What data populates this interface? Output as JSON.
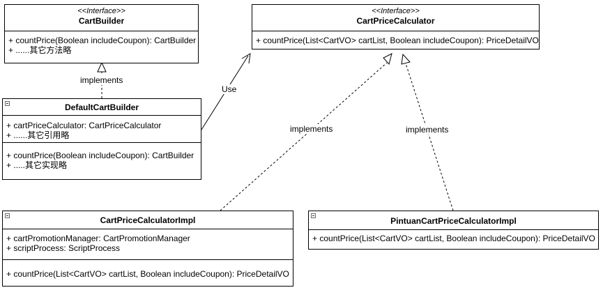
{
  "cart_builder": {
    "stereotype": "<<Interface>>",
    "name": "CartBuilder",
    "methods": [
      "+ countPrice(Boolean includeCoupon): CartBuilder",
      "+ ......其它方法略"
    ]
  },
  "cart_price_calculator": {
    "stereotype": "<<Interface>>",
    "name": "CartPriceCalculator",
    "methods": [
      "+ countPrice(List<CartVO> cartList, Boolean includeCoupon): PriceDetailVO"
    ]
  },
  "default_cart_builder": {
    "name": "DefaultCartBuilder",
    "attributes": [
      "+ cartPriceCalculator: CartPriceCalculator",
      "+ ......其它引用略"
    ],
    "methods": [
      "+ countPrice(Boolean includeCoupon): CartBuilder",
      "+ .....其它实现略"
    ]
  },
  "cart_price_calculator_impl": {
    "name": "CartPriceCalculatorImpl",
    "attributes": [
      "+ cartPromotionManager: CartPromotionManager",
      "+ scriptProcess: ScriptProcess"
    ],
    "methods": [
      "+ countPrice(List<CartVO> cartList, Boolean includeCoupon): PriceDetailVO"
    ]
  },
  "pintuan_cart_price_calculator_impl": {
    "name": "PintuanCartPriceCalculatorImpl",
    "methods": [
      "+ countPrice(List<CartVO> cartList, Boolean includeCoupon): PriceDetailVO"
    ]
  },
  "edges": {
    "implements_builder": "implements",
    "use": "Use",
    "implements_impl": "implements",
    "implements_pintuan": "implements"
  }
}
